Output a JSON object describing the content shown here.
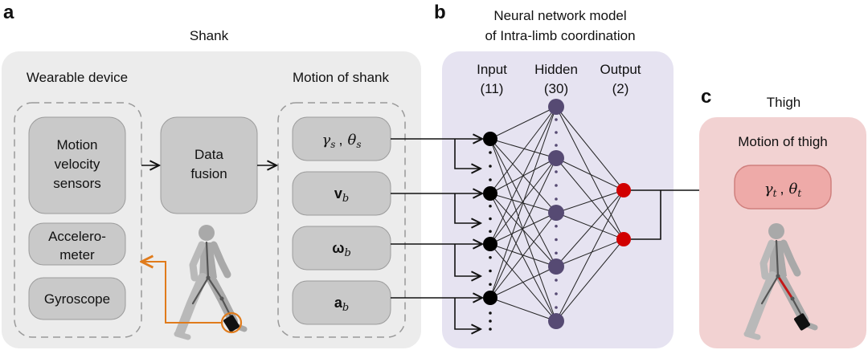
{
  "panels": {
    "a": {
      "letter": "a",
      "title": "Shank"
    },
    "b": {
      "letter": "b",
      "title_line1": "Neural network model",
      "title_line2": "of Intra-limb coordination"
    },
    "c": {
      "letter": "c",
      "title": "Thigh"
    }
  },
  "wearable": {
    "title": "Wearable device",
    "motion_sensors": [
      "Motion",
      "velocity",
      "sensors"
    ],
    "accelerometer": [
      "Accelero-",
      "meter"
    ],
    "gyroscope": "Gyroscope"
  },
  "fusion": [
    "Data",
    "fusion"
  ],
  "shank_motion": {
    "title": "Motion of shank",
    "gamma": "γ",
    "gamma_sub": "s",
    "theta": "θ",
    "theta_sub": "s",
    "sep": ",",
    "v": "v",
    "v_sub": "b",
    "omega": "ω",
    "omega_sub": "b",
    "a": "a",
    "a_sub": "b"
  },
  "network": {
    "input_label": "Input",
    "input_count": "(11)",
    "hidden_label": "Hidden",
    "hidden_count": "(30)",
    "output_label": "Output",
    "output_count": "(2)"
  },
  "thigh_motion": {
    "title": "Motion of thigh",
    "gamma": "γ",
    "gamma_sub": "t",
    "theta": "θ",
    "theta_sub": "t",
    "sep": ","
  },
  "colors": {
    "panel_a_bg": "#ececec",
    "panel_b_bg": "#e6e3f1",
    "panel_c_bg": "#f2d2d2",
    "box_gray": "#c9c9c9",
    "input_node": "#000000",
    "hidden_node": "#564a73",
    "output_node": "#d10000",
    "orange_path": "#e07b1b",
    "thigh_box": "#eeaaa8"
  }
}
